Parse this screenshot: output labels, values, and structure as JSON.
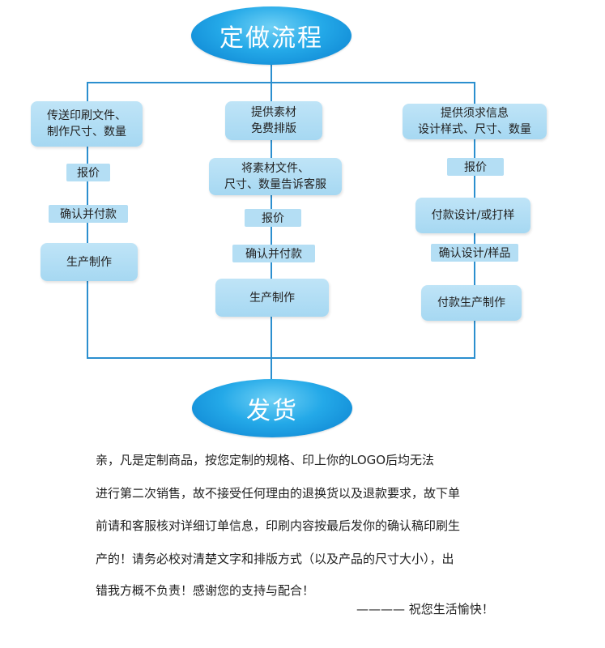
{
  "title": "定做流程",
  "footer_title": "发货",
  "columns": [
    {
      "head": "传送印刷文件、\n制作尺寸、数量",
      "steps": [
        "报价",
        "确认并付款"
      ],
      "end": "生产制作"
    },
    {
      "head": "提供素材\n免费排版",
      "mid": "将素材文件、\n尺寸、数量告诉客服",
      "steps": [
        "报价",
        "确认并付款"
      ],
      "end": "生产制作"
    },
    {
      "head": "提供须求信息\n设计样式、尺寸、数量",
      "steps": [
        "报价"
      ],
      "mid": "付款设计/或打样",
      "step2": "确认设计/样品",
      "end": "付款生产制作"
    }
  ],
  "notes": [
    "亲，凡是定制商品，按您定制的规格、印上你的LOGO后均无法",
    "进行第二次销售，故不接受任何理由的退换货以及退款要求，故下单",
    "前请和客服核对详细订单信息，印刷内容按最后发你的确认稿印刷生",
    "产的！请务必校对清楚文字和排版方式（以及产品的尺寸大小），出",
    "错我方概不负责！感谢您的支持与配合！"
  ],
  "signoff": "————  祝您生活愉快！"
}
